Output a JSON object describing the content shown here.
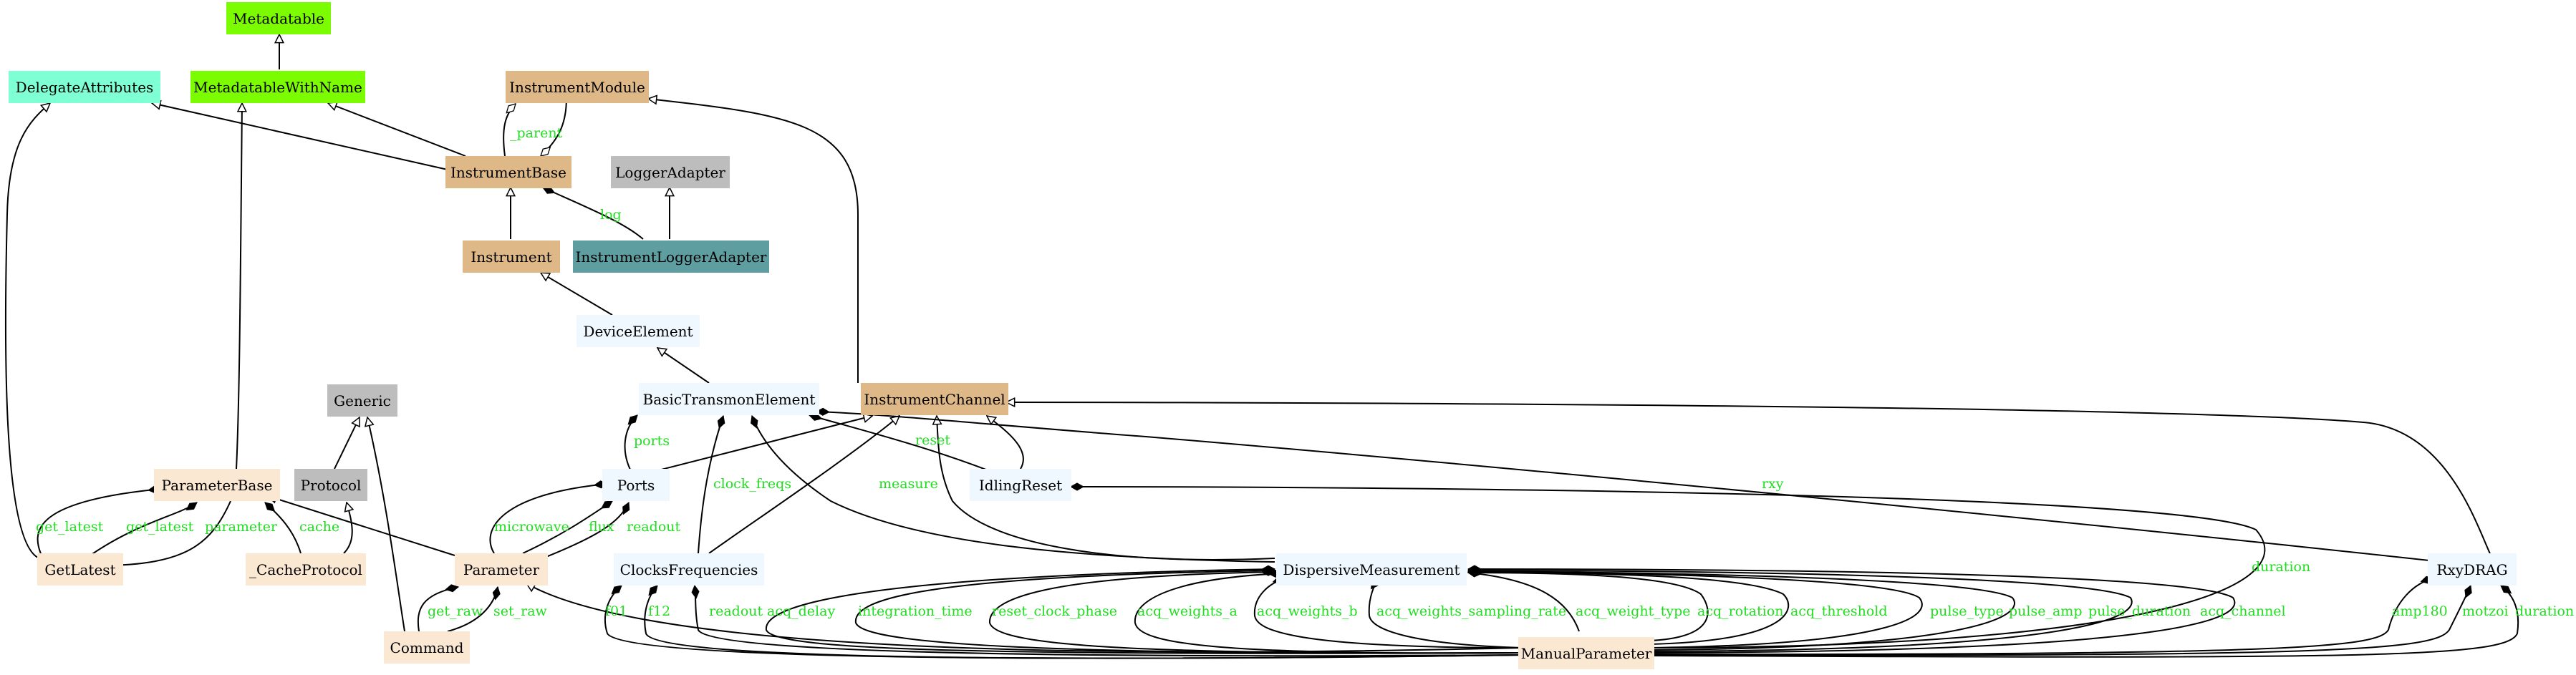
{
  "colors": {
    "lime": "#7cfc00",
    "aquamarine": "#7fffd4",
    "tan": "#deb887",
    "gray": "#bdbdbd",
    "teal": "#5f9ea0",
    "pale_blue": "#f0f8ff",
    "bisque": "#fbe8d3",
    "label_green": "#22dd22"
  },
  "nodes": {
    "metadatable": {
      "label": "Metadatable",
      "color": "lime"
    },
    "delegate_attributes": {
      "label": "DelegateAttributes",
      "color": "aquamarine"
    },
    "metadatable_with_name": {
      "label": "MetadatableWithName",
      "color": "lime"
    },
    "instrument_module": {
      "label": "InstrumentModule",
      "color": "tan"
    },
    "instrument_base": {
      "label": "InstrumentBase",
      "color": "tan"
    },
    "logger_adapter": {
      "label": "LoggerAdapter",
      "color": "gray"
    },
    "instrument": {
      "label": "Instrument",
      "color": "tan"
    },
    "instrument_logger_adapter": {
      "label": "InstrumentLoggerAdapter",
      "color": "teal"
    },
    "device_element": {
      "label": "DeviceElement",
      "color": "pale_blue"
    },
    "generic": {
      "label": "Generic",
      "color": "gray"
    },
    "basic_transmon_element": {
      "label": "BasicTransmonElement",
      "color": "pale_blue"
    },
    "instrument_channel": {
      "label": "InstrumentChannel",
      "color": "tan"
    },
    "parameter_base": {
      "label": "ParameterBase",
      "color": "bisque"
    },
    "protocol": {
      "label": "Protocol",
      "color": "gray"
    },
    "ports": {
      "label": "Ports",
      "color": "pale_blue"
    },
    "idling_reset": {
      "label": "IdlingReset",
      "color": "pale_blue"
    },
    "get_latest": {
      "label": "GetLatest",
      "color": "bisque"
    },
    "cache_protocol": {
      "label": "_CacheProtocol",
      "color": "bisque"
    },
    "parameter": {
      "label": "Parameter",
      "color": "bisque"
    },
    "clocks_frequencies": {
      "label": "ClocksFrequencies",
      "color": "pale_blue"
    },
    "dispersive_measurement": {
      "label": "DispersiveMeasurement",
      "color": "pale_blue"
    },
    "rxy_drag": {
      "label": "RxyDRAG",
      "color": "pale_blue"
    },
    "command": {
      "label": "Command",
      "color": "bisque"
    },
    "manual_parameter": {
      "label": "ManualParameter",
      "color": "bisque"
    }
  },
  "edge_labels": {
    "parent": "_parent",
    "log": "log",
    "ports": "ports",
    "reset": "reset",
    "measure": "measure",
    "clock_freqs": "clock_freqs",
    "rxy": "rxy",
    "duration_mp": "duration",
    "get_latest_1": "get_latest",
    "get_latest_2": "get_latest",
    "parameter": "parameter",
    "cache": "cache",
    "microwave": "microwave",
    "flux": "flux",
    "readout_ports": "readout",
    "get_raw": "get_raw",
    "set_raw": "set_raw",
    "f01": "f01",
    "f12": "f12",
    "readout_cf": "readout",
    "acq_delay": "acq_delay",
    "integration_time": "integration_time",
    "reset_clock_phase": "reset_clock_phase",
    "acq_weights_a": "acq_weights_a",
    "acq_weights_b": "acq_weights_b",
    "acq_weights_sampling_rate": "acq_weights_sampling_rate",
    "acq_weight_type": "acq_weight_type",
    "acq_rotation": "acq_rotation",
    "acq_threshold": "acq_threshold",
    "pulse_type": "pulse_type",
    "pulse_amp": "pulse_amp",
    "pulse_duration": "pulse_duration",
    "acq_channel": "acq_channel",
    "amp180": "amp180",
    "motzoi": "motzoi",
    "duration_rxy": "duration"
  }
}
